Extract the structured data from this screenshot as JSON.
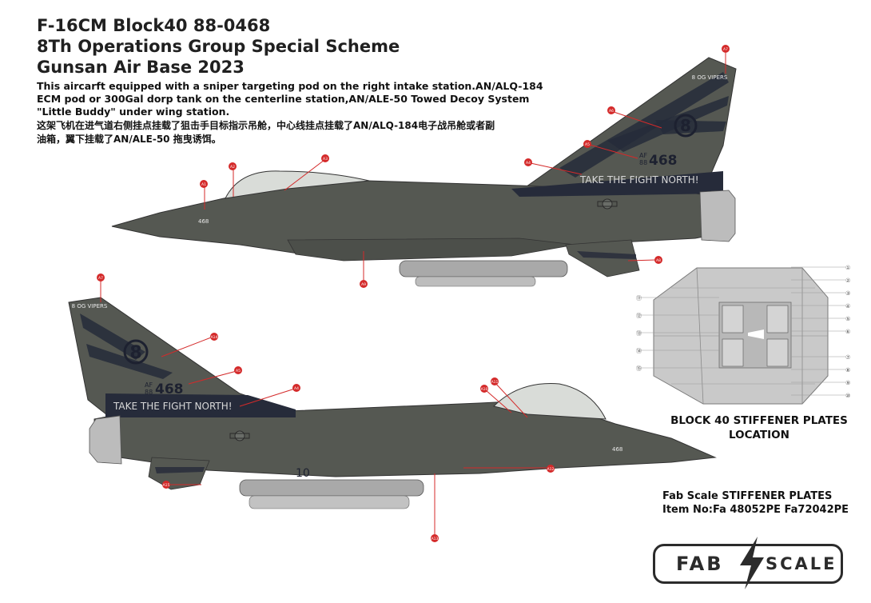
{
  "title_lines": [
    "F-16CM Block40 88-0468",
    "8Th Operations Group Special Scheme",
    "Gunsan Air Base 2023"
  ],
  "description_lines": [
    "This aircarft equipped with a sniper  targeting pod on the right intake station.AN/ALQ-184",
    "ECM pod or 300Gal dorp tank on the centerline station,AN/ALE-50 Towed Decoy System",
    "\"Little Buddy\" under wing station.",
    "这架飞机在进气道右侧挂点挂载了狙击手目标指示吊舱，中心线挂点挂载了AN/ALQ-184电子战吊舱或者副",
    "油箱，翼下挂载了AN/ALE-50 拖曳诱饵。"
  ],
  "aircraft": {
    "tail_text": "8 OG VIPERS",
    "tail_number": "468",
    "tail_prefix_top": "AF",
    "tail_prefix_bottom": "88",
    "slogan": "TAKE THE FIGHT NORTH!",
    "nose_number": "468",
    "gear_number": "10",
    "tail_emblem": "8",
    "body_color": "#555852",
    "band_color": "#262b3a",
    "callout_color": "#d42a2a"
  },
  "callouts_top": [
    "A7",
    "A6",
    "A5",
    "A4",
    "A3",
    "A2",
    "A1",
    "A9",
    "A8"
  ],
  "callouts_bottom": [
    "A7",
    "A14",
    "A5",
    "A4",
    "A11",
    "A10",
    "A12",
    "A13",
    "A15"
  ],
  "stiffener_label_lines": [
    "BLOCK 40 STIFFENER PLATES",
    "LOCATION"
  ],
  "stiffener_markers_left": [
    "⑪",
    "⑫",
    "⑬",
    "⑭",
    "⑮"
  ],
  "stiffener_markers_right": [
    "①",
    "②",
    "③",
    "④",
    "⑤",
    "⑥",
    "⑦",
    "⑧",
    "⑨",
    "⑩"
  ],
  "fab_lines": [
    "Fab Scale  STIFFENER PLATES",
    "Item No:Fa 48052PE   Fa72042PE"
  ],
  "logo": {
    "left_word": "FAB",
    "right_word": "SCALE"
  }
}
